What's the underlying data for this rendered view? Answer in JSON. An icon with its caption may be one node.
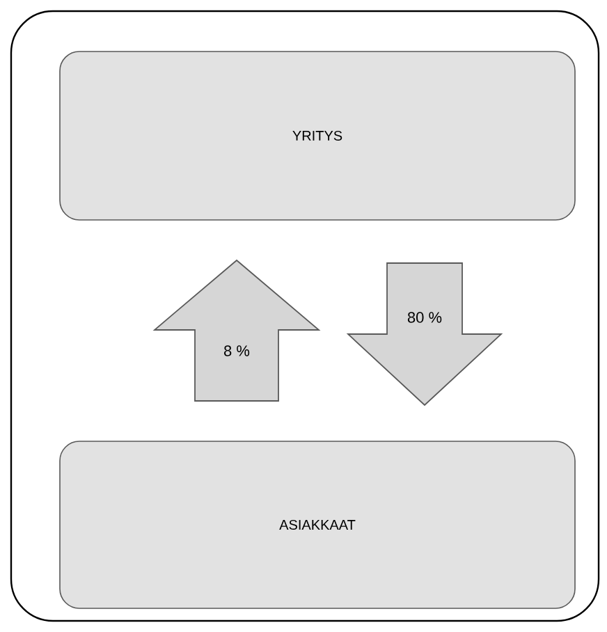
{
  "diagram": {
    "nodes": [
      {
        "text": [],
        "shape": "box"
      },
      {
        "text": [
          "YRITYS"
        ],
        "in": 0
      },
      {
        "text": [
          "ASIAKKAAT"
        ],
        "in": 0
      }
    ],
    "edges": [
      {
        "from": 2,
        "to": 1,
        "arrow": "to",
        "label": "8 %",
        "style": "thick"
      },
      {
        "from": 1,
        "to": 2,
        "arrow": "to",
        "label": "80 %",
        "style": "thick"
      }
    ]
  }
}
